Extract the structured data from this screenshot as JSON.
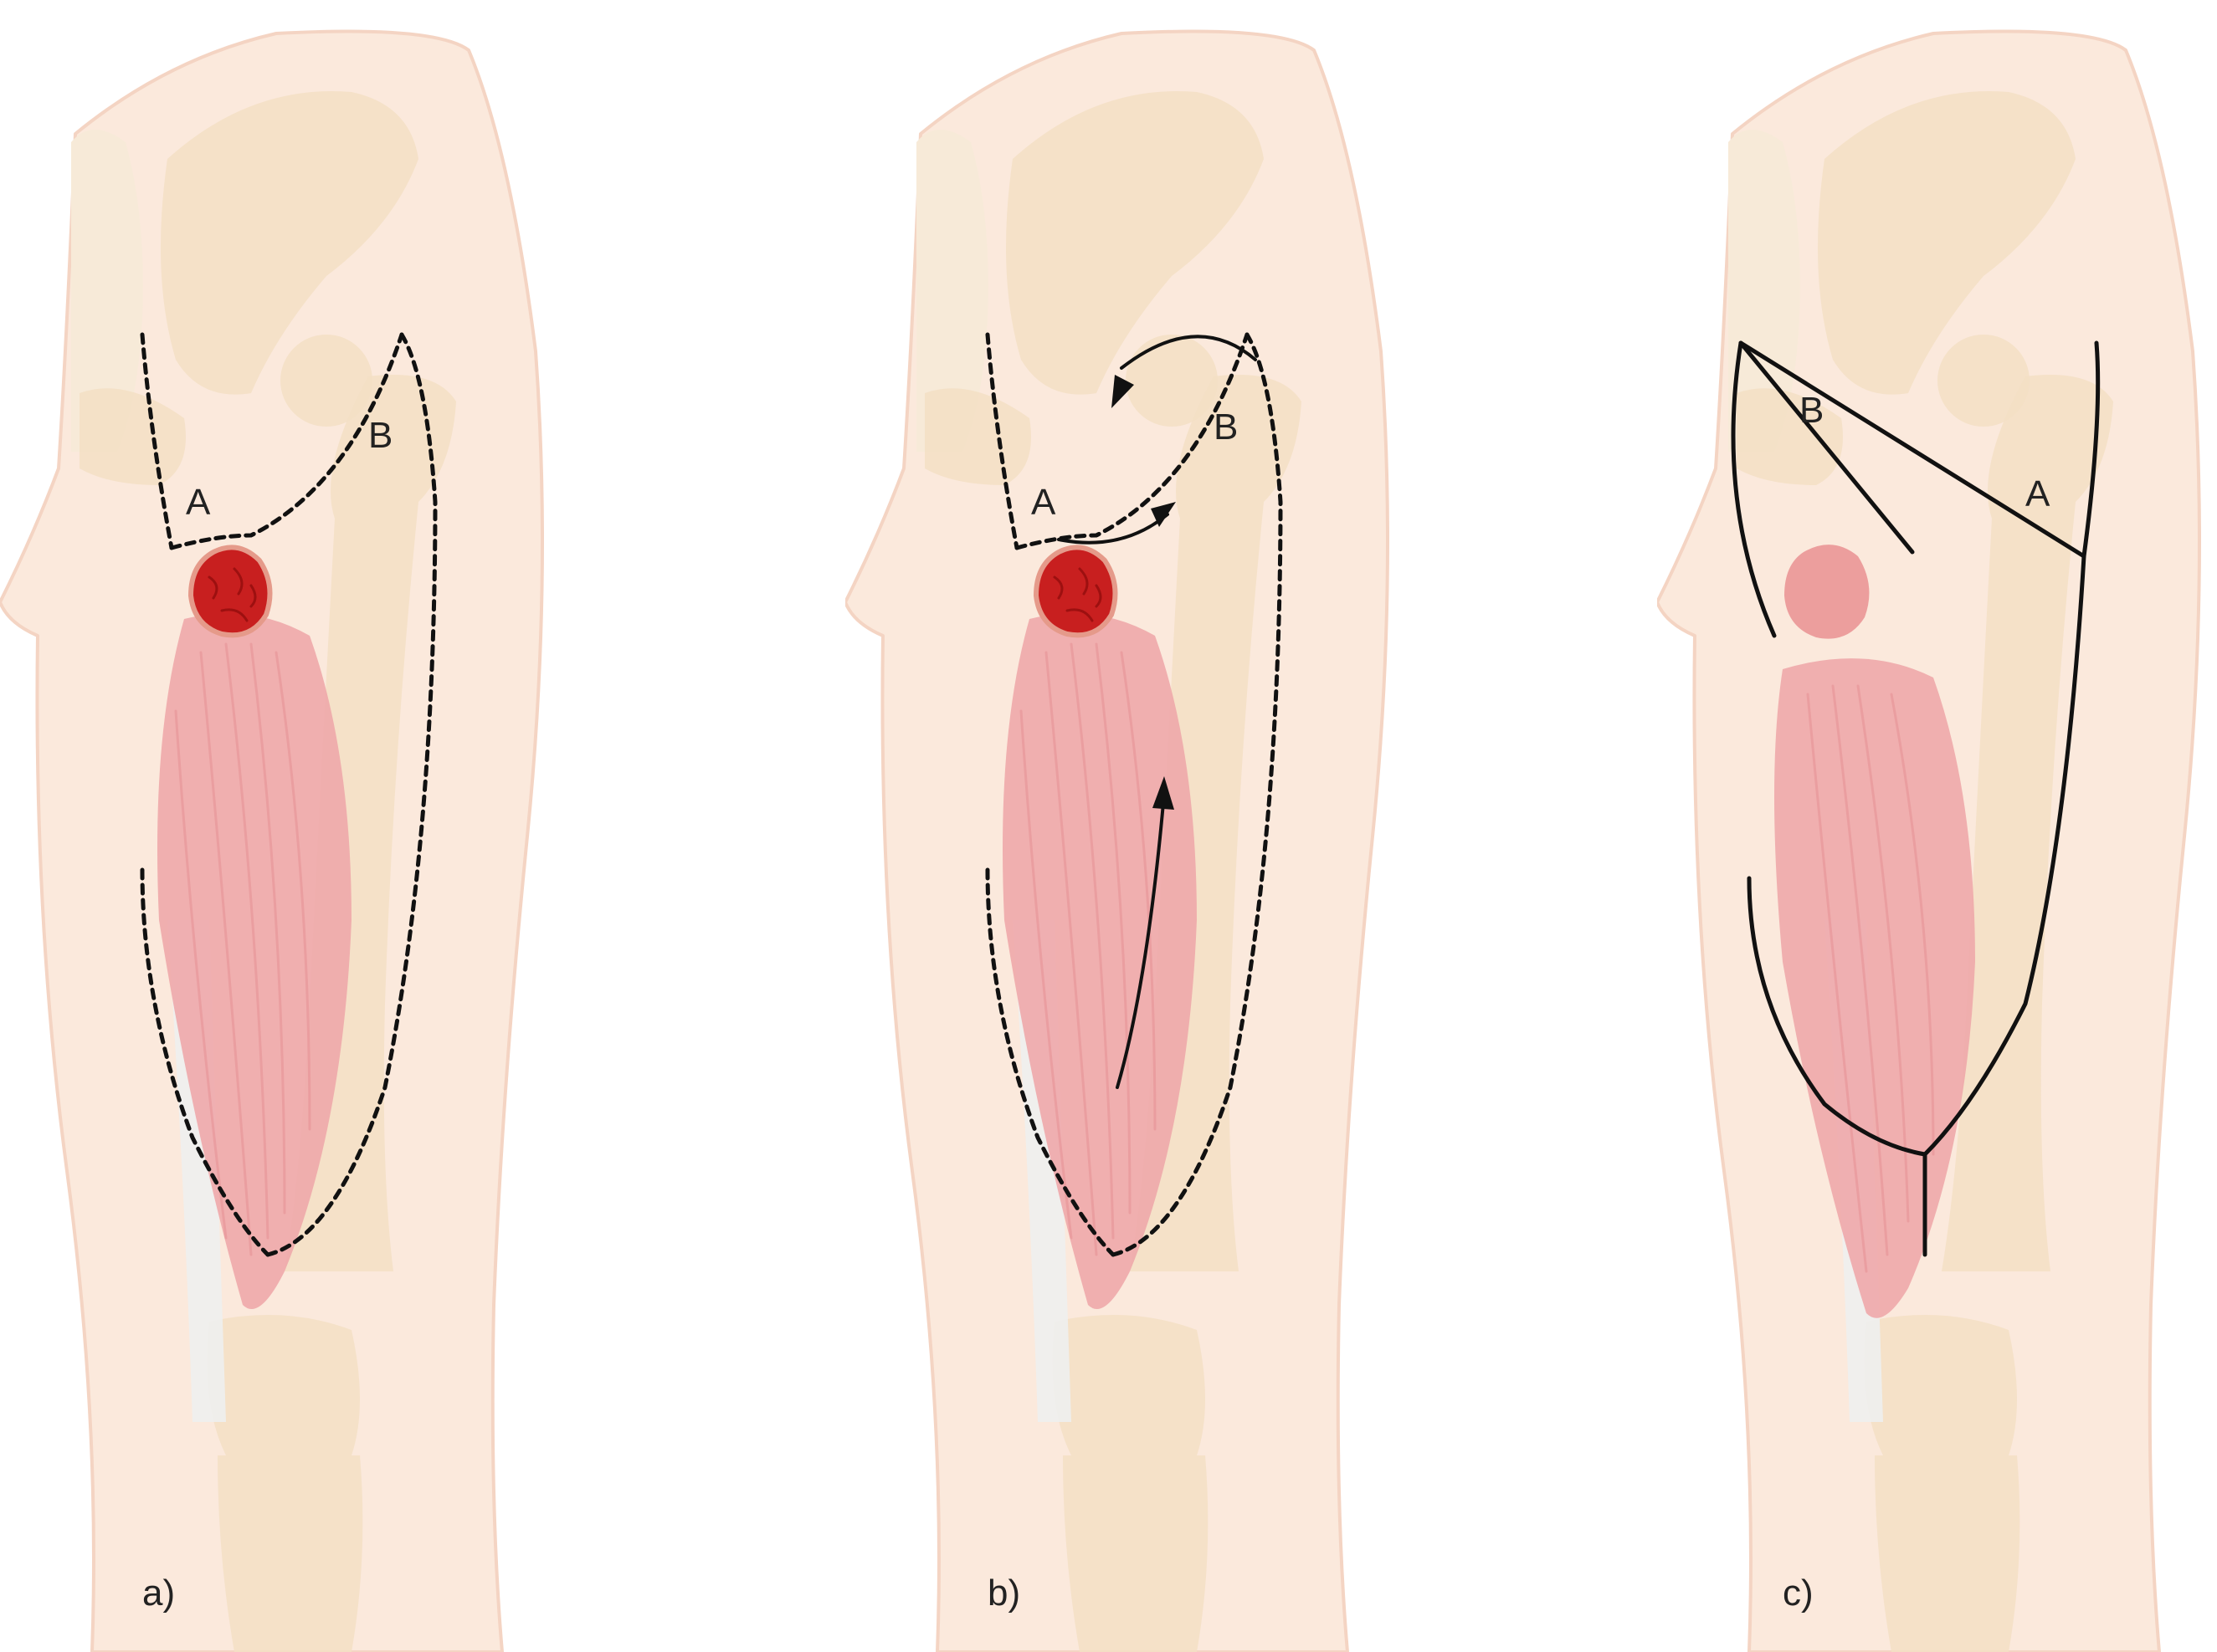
{
  "panels": [
    {
      "caption": "a)",
      "label_a": "A",
      "label_b": "B"
    },
    {
      "caption": "b)",
      "label_a": "A",
      "label_b": "B"
    },
    {
      "caption": "c)",
      "label_a": "A",
      "label_b": "B"
    }
  ],
  "colors": {
    "skin": "#fbe9dc",
    "skin_edge": "#f4d4c3",
    "bone": "#f3dfc4",
    "bone_light": "#f7ead8",
    "ligament": "#eef0ee",
    "muscle": "#eea6a8",
    "muscle_fiber": "#e58f93",
    "tumor": "#c81f1f",
    "tumor_dark": "#9d1010",
    "tumor_faded": "#e98b8d",
    "line": "#111111"
  }
}
